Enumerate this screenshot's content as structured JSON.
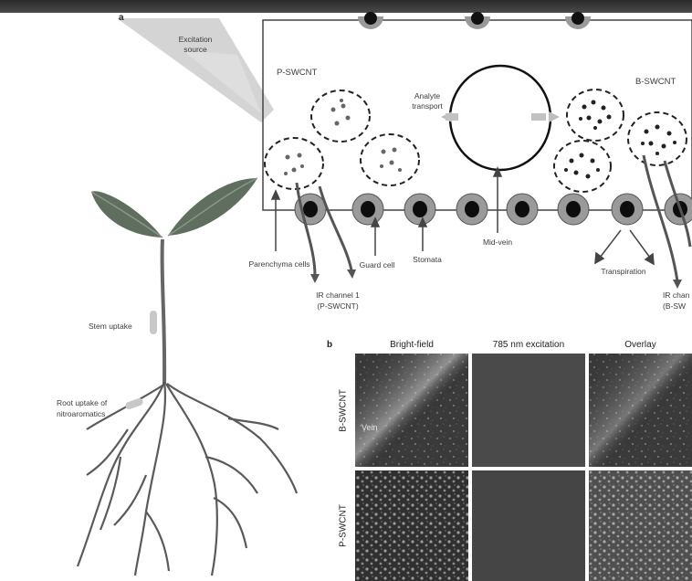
{
  "panel_a": {
    "letter": "a",
    "excitation_source": [
      "Excitation",
      "source"
    ],
    "p_swcnt": "P-SWCNT",
    "b_swcnt": "B-SWCNT",
    "analyte_transport": [
      "Analyte",
      "transport"
    ],
    "parenchyma_cells": "Parenchyma cells",
    "guard_cell": "Guard cell",
    "stomata": "Stomata",
    "mid_vein": "Mid-vein",
    "transpiration": "Transpiration",
    "ir_channel_1": [
      "IR channel 1",
      "(P-SWCNT)"
    ],
    "ir_channel_2": [
      "IR chan",
      "(B-SW"
    ],
    "stem_uptake": "Stem uptake",
    "root_uptake": [
      "Root uptake of",
      "nitroaromatics"
    ]
  },
  "panel_b": {
    "letter": "b",
    "columns": [
      "Bright-field",
      "785 nm excitation",
      "Overlay"
    ],
    "rows": [
      "B-SWCNT",
      "P-SWCNT"
    ],
    "vein_label": "Vein"
  },
  "colors": {
    "leaf": "#5f6e5f",
    "stem": "#6b6b6b",
    "beam": "#c8c8c8",
    "micrograph": "#3a3a3a"
  }
}
